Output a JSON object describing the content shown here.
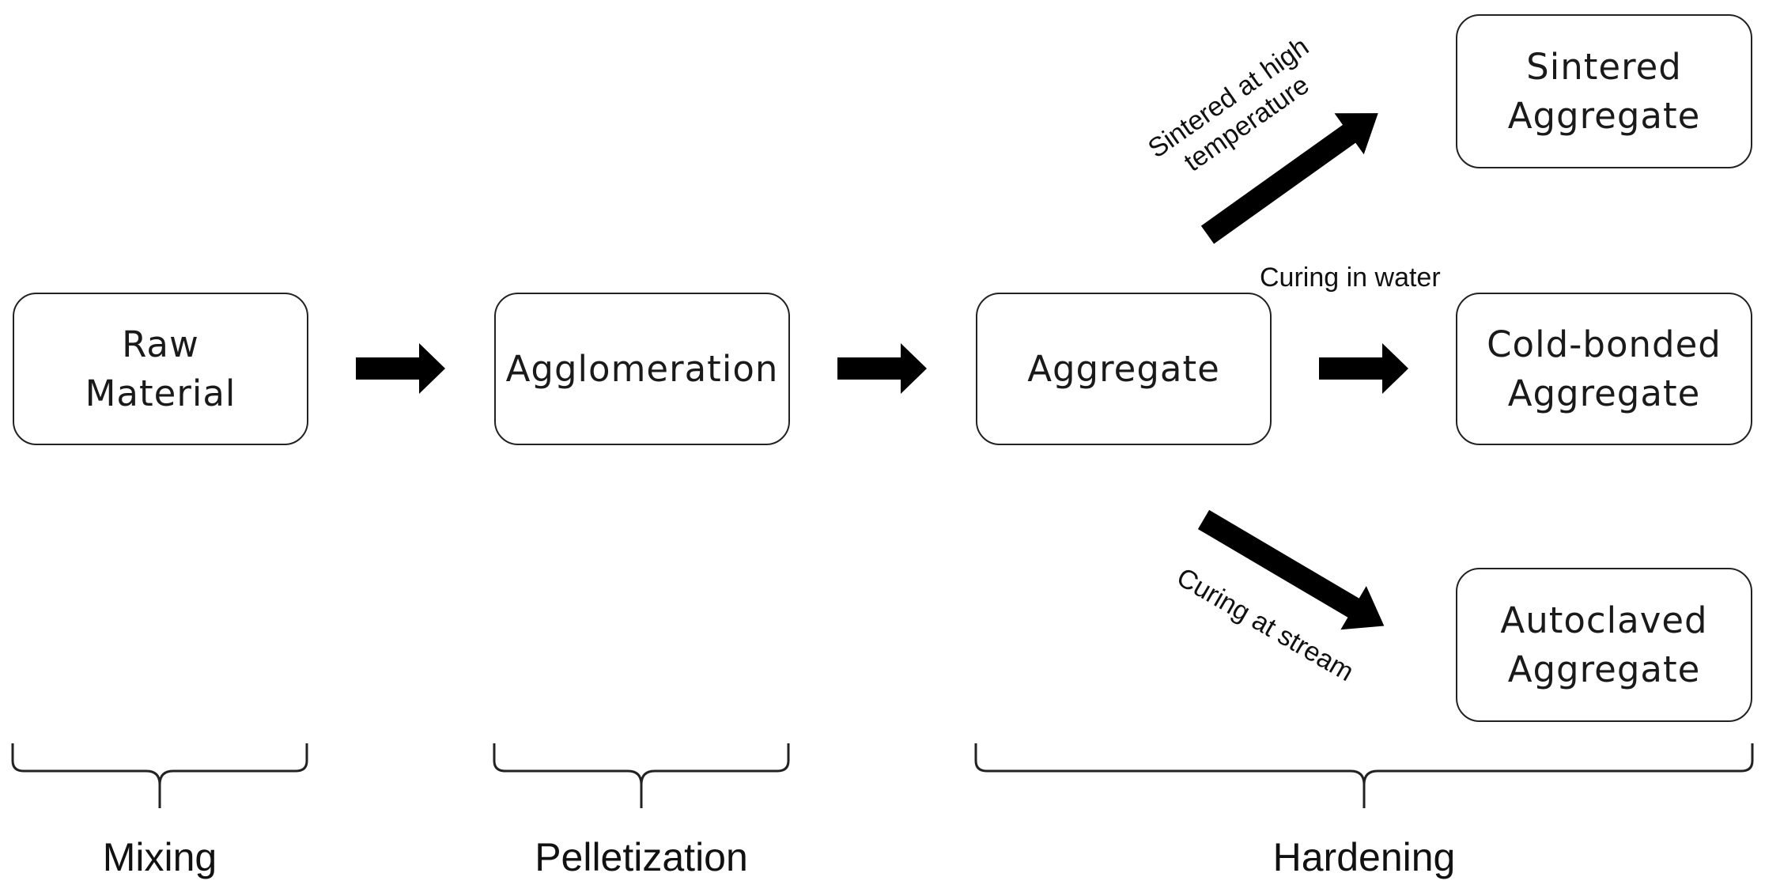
{
  "nodes": {
    "raw_material": {
      "line1": "Raw",
      "line2": "Material"
    },
    "agglomeration": {
      "line1": "Agglomeration"
    },
    "aggregate": {
      "line1": "Aggregate"
    },
    "sintered": {
      "line1": "Sintered",
      "line2": "Aggregate"
    },
    "cold_bonded": {
      "line1": "Cold-bonded",
      "line2": "Aggregate"
    },
    "autoclaved": {
      "line1": "Autoclaved",
      "line2": "Aggregate"
    }
  },
  "edges": {
    "sintered": {
      "line1": "Sintered at high",
      "line2": "temperature"
    },
    "cold_bonded": "Curing in water",
    "autoclaved": "Curing at stream"
  },
  "stages": {
    "mixing": "Mixing",
    "pelletization": "Pelletization",
    "hardening": "Hardening"
  }
}
